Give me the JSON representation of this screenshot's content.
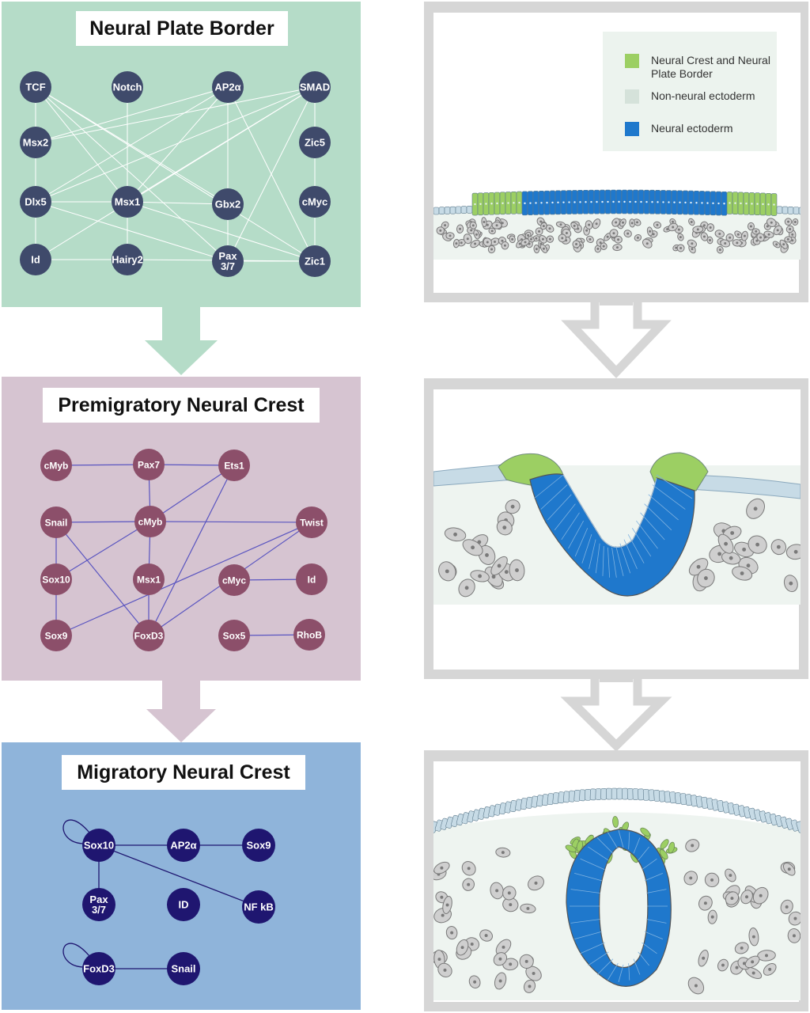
{
  "colors": {
    "npb_bg": "#b5dcc8",
    "pnc_bg": "#d6c4d1",
    "mnc_bg": "#8fb4da",
    "npb_node": "#3f4a6b",
    "pnc_node": "#8c4f6a",
    "mnc_node": "#1f1670",
    "pnc_edge": "#5a55c0",
    "mnc_edge": "#1f1670",
    "neural_crest": "#9ccf63",
    "non_neural": "#d5e2da",
    "neural_ecto": "#1f78cc",
    "frame": "#d6d6d6"
  },
  "panels": {
    "npb": {
      "title": "Neural Plate Border",
      "nodes": [
        "TCF",
        "Notch",
        "AP2α",
        "SMAD",
        "Msx2",
        "Zic5",
        "Dlx5",
        "Msx1",
        "Gbx2",
        "cMyc",
        "Id",
        "Hairy2",
        "Pax\n3/7",
        "Zic1"
      ]
    },
    "pnc": {
      "title": "Premigratory Neural Crest",
      "nodes": [
        "cMyb",
        "Pax7",
        "Ets1",
        "Snail",
        "cMyb",
        "Twist",
        "Sox10",
        "Msx1",
        "cMyc",
        "Id",
        "Sox9",
        "FoxD3",
        "Sox5",
        "RhoB"
      ]
    },
    "mnc": {
      "title": "Migratory Neural Crest",
      "nodes": [
        "Sox10",
        "AP2α",
        "Sox9",
        "Pax\n3/7",
        "ID",
        "NF kB",
        "FoxD3",
        "Snail"
      ]
    }
  },
  "legend": [
    {
      "label": "Neural Crest and Neural Plate Border",
      "color_key": "neural_crest"
    },
    {
      "label": "Non-neural ectoderm",
      "color_key": "non_neural"
    },
    {
      "label": "Neural ectoderm",
      "color_key": "neural_ecto"
    }
  ]
}
